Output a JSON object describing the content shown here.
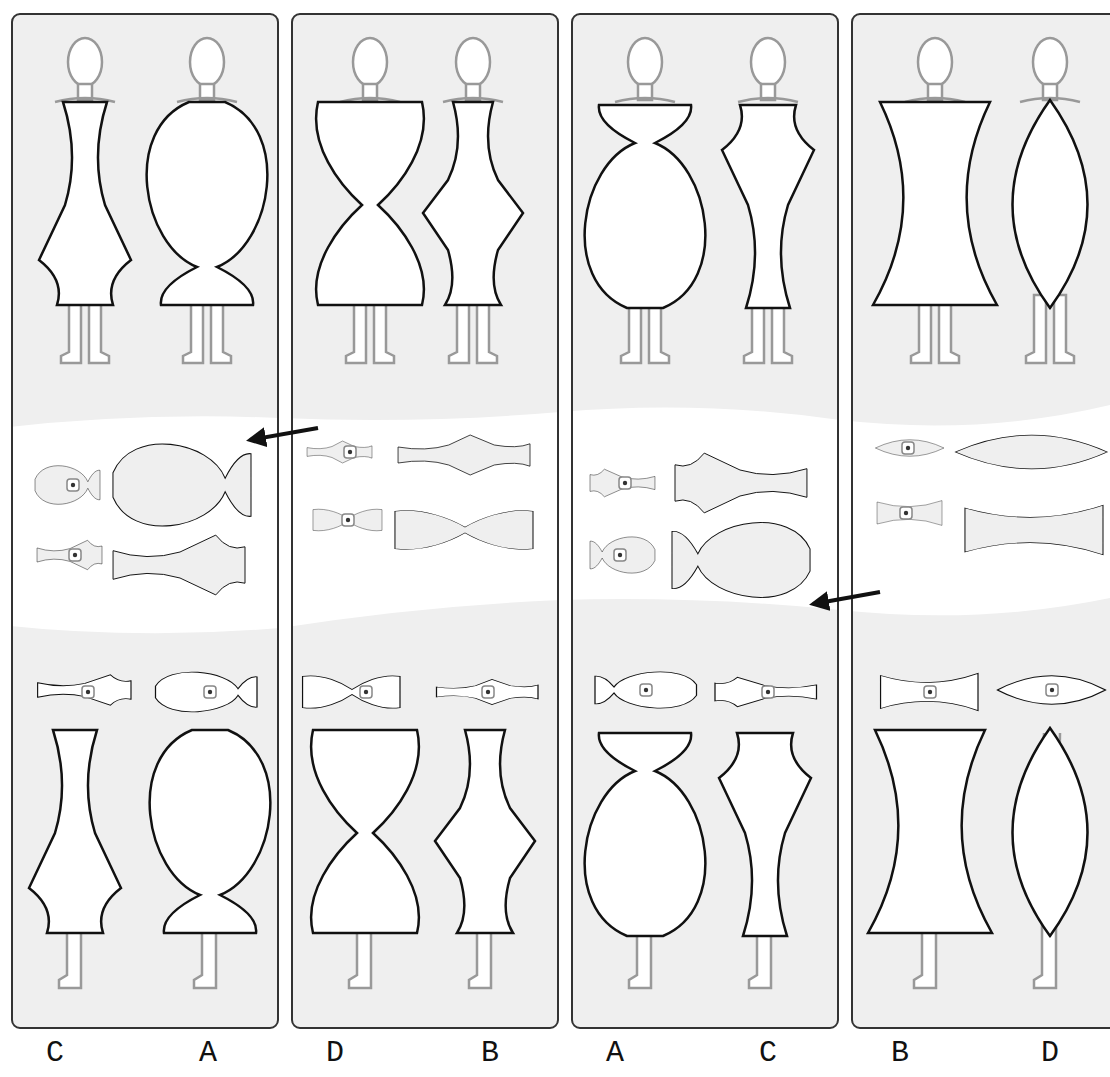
{
  "diagram": {
    "labels": [
      "C",
      "A",
      "D",
      "B",
      "A",
      "C",
      "B",
      "D"
    ]
  }
}
